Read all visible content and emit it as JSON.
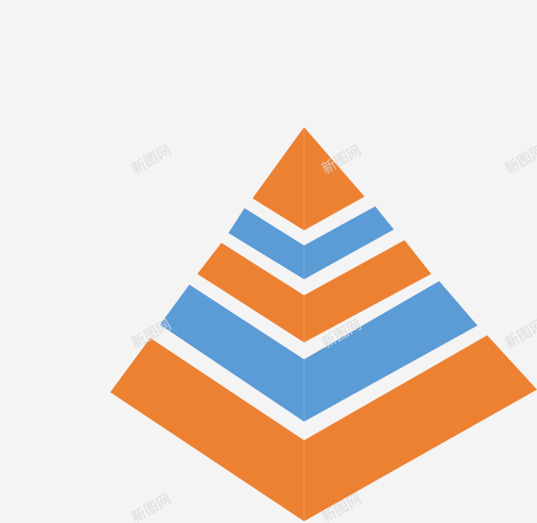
{
  "colors": {
    "background": "#f4f4f4",
    "orange": "#ed8132",
    "orange_edge": "#e98a43",
    "blue": "#5b9bd6",
    "blue_edge": "#6aa5db",
    "watermark": "#d9d9d9"
  },
  "pyramid": {
    "layers": [
      {
        "name": "apex",
        "color": "orange"
      },
      {
        "name": "layer-2",
        "color": "blue"
      },
      {
        "name": "layer-3",
        "color": "orange"
      },
      {
        "name": "layer-4",
        "color": "blue"
      },
      {
        "name": "base",
        "color": "orange"
      }
    ]
  },
  "watermark": {
    "text": "新图网"
  }
}
